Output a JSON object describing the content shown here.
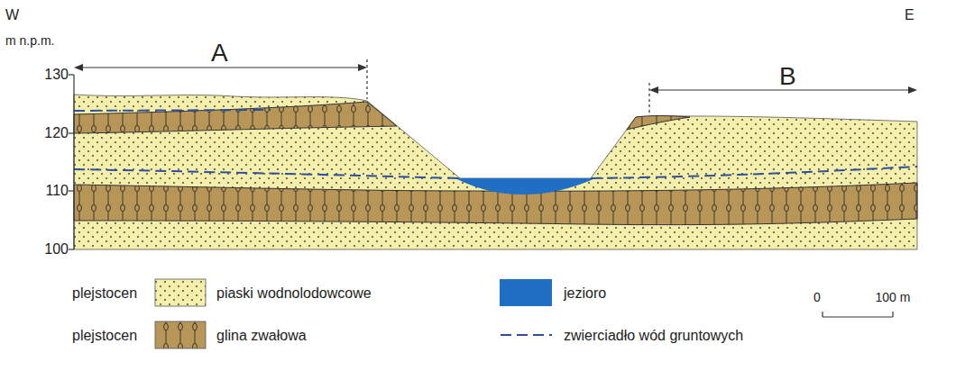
{
  "diagram": {
    "labels": [
      "W",
      "m n.p.m.",
      "130",
      "120",
      "110",
      "100",
      "A",
      "E",
      "B",
      "plejstocen",
      "plejstocen",
      "0",
      "100 m"
    ],
    "legend": [
      {
        "text": "piaski wodnolodowcowe"
      },
      {
        "text": "glina zwałowa"
      },
      {
        "text": "jezioro",
        "color": "#1f6fc4"
      },
      {
        "text": "zwierciadło wód gruntowych"
      }
    ]
  }
}
